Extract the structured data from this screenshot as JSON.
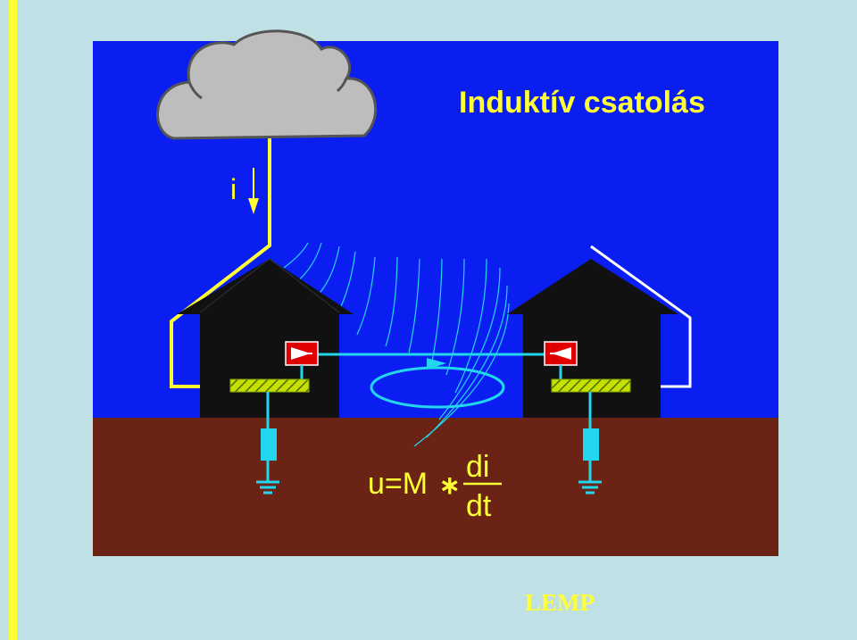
{
  "title": "Induktív csatolás",
  "current_label": "i",
  "formula": {
    "lhs": "u=M",
    "operator": "∗",
    "numerator": "di",
    "denominator": "dt"
  },
  "footer": "LEMP",
  "colors": {
    "sky": "#0a1ef2",
    "ground": "#6b2316",
    "house": "#111111",
    "cloud": "#bdbdbd",
    "lightning": "#ffff33",
    "signal": "#22d6ee",
    "white_wire": "#ffffff",
    "device_red": "#e00000",
    "bar_green": "#c8e000",
    "title": "#ffff33"
  }
}
